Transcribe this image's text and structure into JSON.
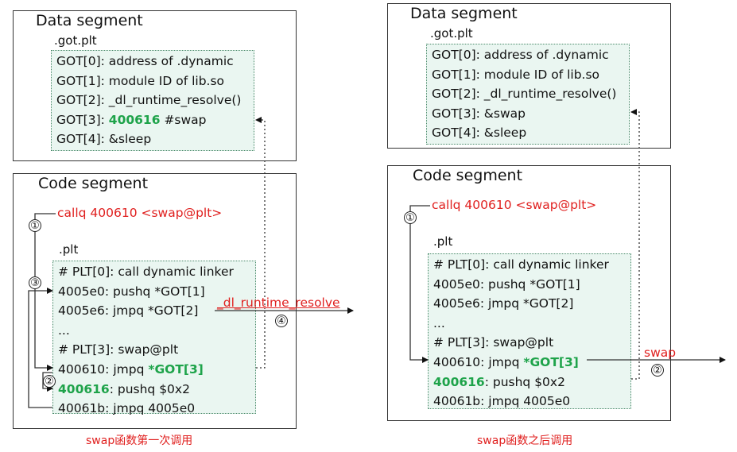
{
  "left": {
    "data_title": "Data segment",
    "got_label": ".got.plt",
    "got_rows": [
      {
        "text": "GOT[0]: address of .dynamic"
      },
      {
        "text": "GOT[1]: module ID of lib.so"
      },
      {
        "text": "GOT[2]: _dl_runtime_resolve()"
      },
      {
        "pre": "GOT[3]: ",
        "hl": "400616",
        "post": "  #swap"
      },
      {
        "text": "GOT[4]: &sleep"
      }
    ],
    "code_title": "Code segment",
    "call_line": "callq 400610 <swap@plt>",
    "plt_label": ".plt",
    "plt_rows": [
      {
        "text": "# PLT[0]: call dynamic linker"
      },
      {
        "text": "4005e0: pushq *GOT[1]"
      },
      {
        "text": "4005e6: jmpq *GOT[2]"
      },
      {
        "text": "..."
      },
      {
        "text": "# PLT[3]: swap@plt"
      },
      {
        "pre": "400610: jmpq ",
        "hl": "*GOT[3]",
        "post": ""
      },
      {
        "pre": "",
        "hl": "400616",
        "post": ": pushq $0x2"
      },
      {
        "text": "40061b: jmpq 4005e0"
      }
    ],
    "resolve_label": "_dl_runtime_resolve",
    "markers": [
      "①",
      "②",
      "③",
      "④"
    ],
    "caption": "swap函数第一次调用"
  },
  "right": {
    "data_title": "Data segment",
    "got_label": ".got.plt",
    "got_rows": [
      {
        "text": "GOT[0]: address of .dynamic"
      },
      {
        "text": "GOT[1]: module ID of lib.so"
      },
      {
        "text": "GOT[2]: _dl_runtime_resolve()"
      },
      {
        "text": "GOT[3]: &swap"
      },
      {
        "text": "GOT[4]: &sleep"
      }
    ],
    "code_title": "Code segment",
    "call_line": "callq 400610 <swap@plt>",
    "plt_label": ".plt",
    "plt_rows": [
      {
        "text": "# PLT[0]: call dynamic linker"
      },
      {
        "text": "4005e0: pushq *GOT[1]"
      },
      {
        "text": "4005e6: jmpq *GOT[2]"
      },
      {
        "text": "..."
      },
      {
        "text": "# PLT[3]: swap@plt"
      },
      {
        "pre": "400610: jmpq ",
        "hl": "*GOT[3]",
        "post": ""
      },
      {
        "pre": "",
        "hl": "400616",
        "post": ": pushq $0x2"
      },
      {
        "text": "40061b: jmpq 4005e0"
      }
    ],
    "swap_label": "swap",
    "markers": [
      "①",
      "②"
    ],
    "caption": "swap函数之后调用"
  }
}
